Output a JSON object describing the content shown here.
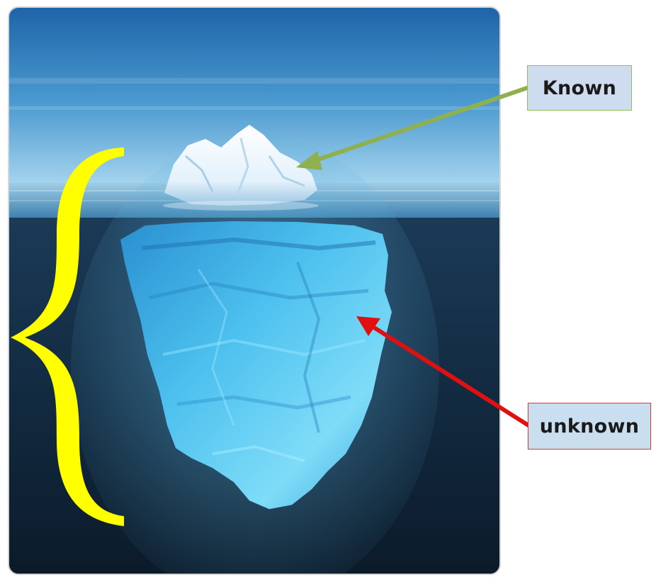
{
  "labels": {
    "known": "Known",
    "unknown": "unknown"
  },
  "colors": {
    "sky_top": "#1f6fb4",
    "sky_horizon": "#bfe1f3",
    "deep_water": "#0f2438",
    "berg_blue": "#53c6ef",
    "brace": "#ffff00",
    "known_arrow": "#8fb04e",
    "unknown_arrow": "#e01010",
    "known_box_fill": "#cfdcef",
    "unknown_box_fill": "#c9dff0"
  },
  "icons": [
    "curly-brace",
    "arrow"
  ]
}
